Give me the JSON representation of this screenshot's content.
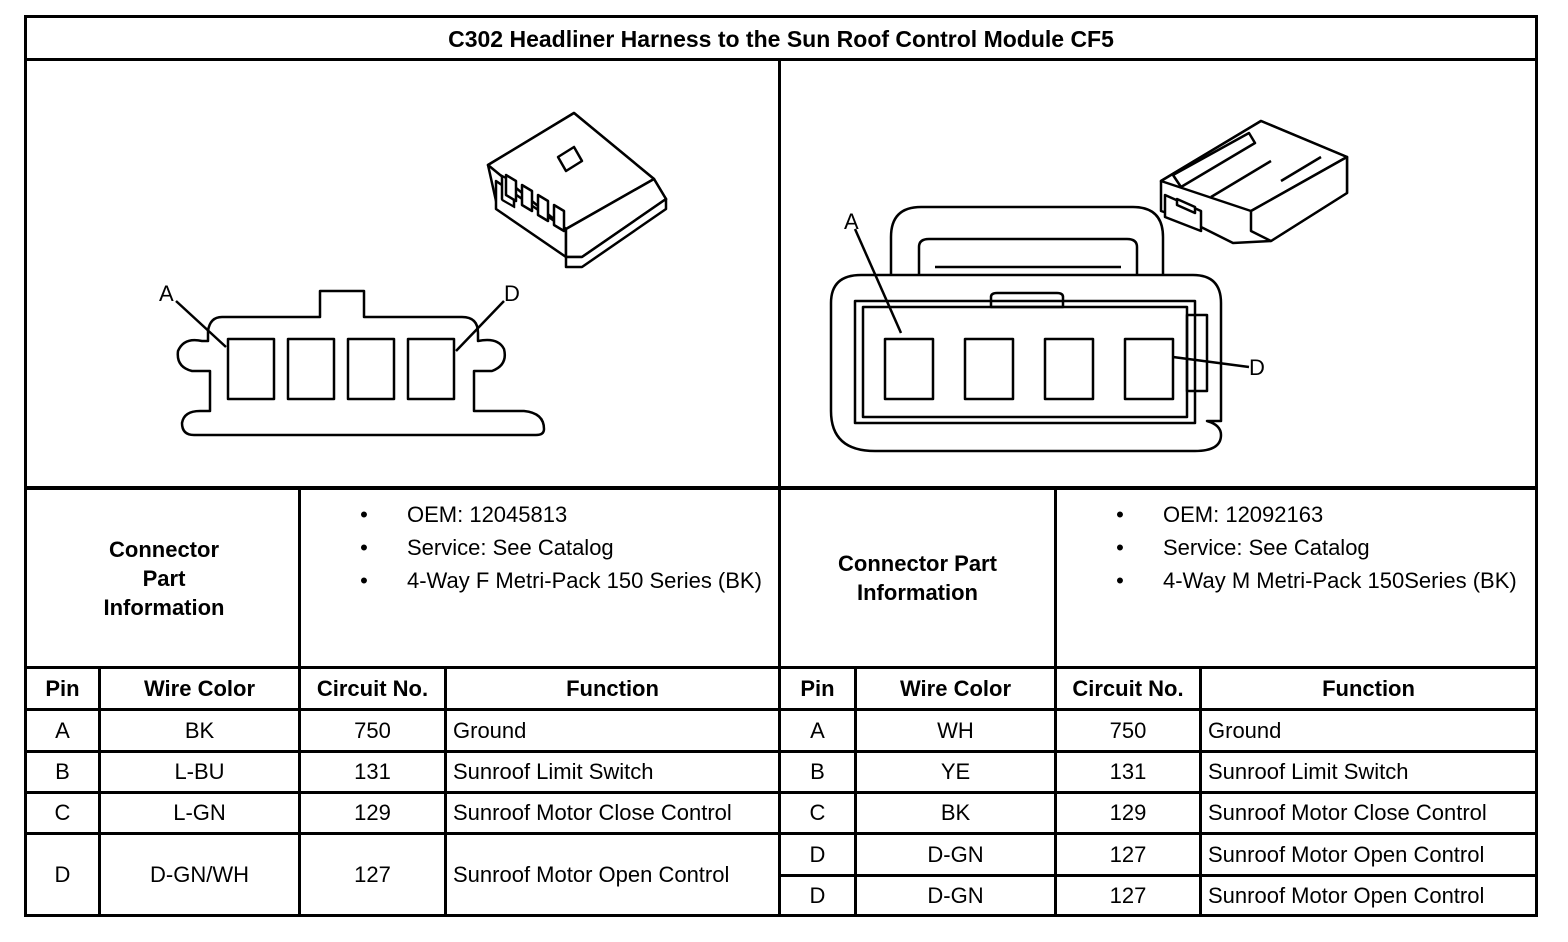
{
  "title": "C302 Headliner Harness to the Sun Roof Control Module CF5",
  "left": {
    "pin_labels": {
      "a": "A",
      "d": "D"
    },
    "info_label": "Connector Part Information",
    "info": [
      "OEM: 12045813",
      "Service: See Catalog",
      "4-Way F Metri-Pack 150 Series (BK)"
    ],
    "headers": {
      "pin": "Pin",
      "wire": "Wire Color",
      "circuit": "Circuit No.",
      "function": "Function"
    },
    "rows": [
      {
        "pin": "A",
        "wire": "BK",
        "circuit": "750",
        "function": "Ground"
      },
      {
        "pin": "B",
        "wire": "L-BU",
        "circuit": "131",
        "function": "Sunroof Limit Switch"
      },
      {
        "pin": "C",
        "wire": "L-GN",
        "circuit": "129",
        "function": "Sunroof Motor Close Control"
      },
      {
        "pin": "D",
        "wire": "D-GN/WH",
        "circuit": "127",
        "function": "Sunroof Motor Open Control"
      }
    ]
  },
  "right": {
    "pin_labels": {
      "a": "A",
      "d": "D"
    },
    "info_label": "Connector Part Information",
    "info": [
      "OEM: 12092163",
      "Service: See Catalog",
      "4-Way M Metri-Pack 150Series (BK)"
    ],
    "headers": {
      "pin": "Pin",
      "wire": "Wire Color",
      "circuit": "Circuit No.",
      "function": "Function"
    },
    "rows": [
      {
        "pin": "A",
        "wire": "WH",
        "circuit": "750",
        "function": "Ground"
      },
      {
        "pin": "B",
        "wire": "YE",
        "circuit": "131",
        "function": "Sunroof Limit Switch"
      },
      {
        "pin": "C",
        "wire": "BK",
        "circuit": "129",
        "function": "Sunroof Motor Close Control"
      },
      {
        "pin": "D",
        "wire": "D-GN",
        "circuit": "127",
        "function": "Sunroof Motor Open Control"
      },
      {
        "pin": "D",
        "wire": "D-GN",
        "circuit": "127",
        "function": "Sunroof Motor Open Control"
      }
    ]
  },
  "bullet_glyph": "•"
}
